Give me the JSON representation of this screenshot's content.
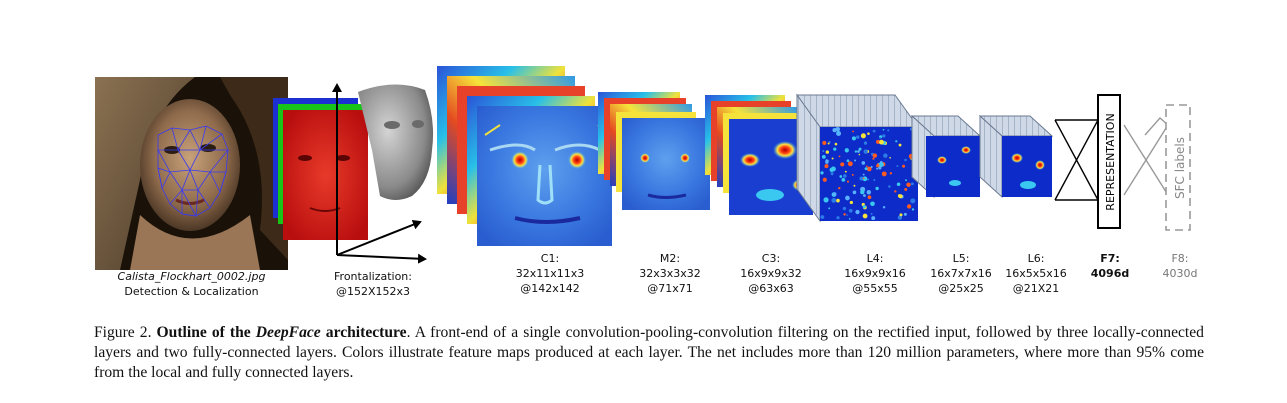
{
  "figure": {
    "photo_labels": {
      "filename": "Calista_Flockhart_0002.jpg",
      "stage": "Detection & Localization"
    },
    "frontalization": {
      "label": "Frontalization:",
      "size": "@152X152x3"
    },
    "layers": [
      {
        "id": "c1",
        "name": "C1:",
        "dims": "32x11x11x3",
        "size": "@142x142"
      },
      {
        "id": "m2",
        "name": "M2:",
        "dims": "32x3x3x32",
        "size": "@71x71"
      },
      {
        "id": "c3",
        "name": "C3:",
        "dims": "16x9x9x32",
        "size": "@63x63"
      },
      {
        "id": "l4",
        "name": "L4:",
        "dims": "16x9x9x16",
        "size": "@55x55"
      },
      {
        "id": "l5",
        "name": "L5:",
        "dims": "16x7x7x16",
        "size": "@25x25"
      },
      {
        "id": "l6",
        "name": "L6:",
        "dims": "16x5x5x16",
        "size": "@21X21"
      }
    ],
    "f7": {
      "name": "F7:",
      "dims": "4096d",
      "box_text": "REPRESENTATION"
    },
    "f8": {
      "name": "F8:",
      "dims": "4030d",
      "box_text": "SFC labels"
    }
  },
  "caption": {
    "prefix": "Figure 2. ",
    "bold_start": "Outline of the ",
    "bold_italic": "DeepFace",
    "bold_end": " architecture",
    "text": ". A front-end of a single convolution-pooling-convolution filtering on the rectified input, followed by three locally-connected layers and two fully-connected layers. Colors illustrate feature maps produced at each layer. The net includes more than 120 million parameters, where more than 95% come from the local and fully connected layers."
  }
}
